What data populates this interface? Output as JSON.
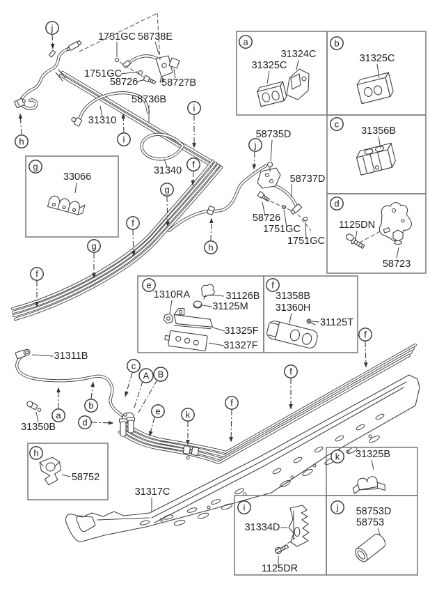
{
  "colors": {
    "background": "#ffffff",
    "line_art": "#3f3f3f",
    "box_border": "#7f7f7f",
    "text": "#1f1f1f"
  },
  "parts": {
    "1751GC": "1751GC",
    "58738E": "58738E",
    "58726": "58726",
    "58727B": "58727B",
    "58736B": "58736B",
    "31310": "31310",
    "31340": "31340",
    "33066": "33066",
    "31325C": "31325C",
    "31324C": "31324C",
    "31356B": "31356B",
    "1125DN": "1125DN",
    "58723": "58723",
    "58735D": "58735D",
    "58737D": "58737D",
    "1310RA": "1310RA",
    "31126B": "31126B",
    "31125M": "31125M",
    "31325F": "31325F",
    "31327F": "31327F",
    "31358B": "31358B",
    "31360H": "31360H",
    "31125T": "31125T",
    "31311B": "31311B",
    "31350B": "31350B",
    "58752": "58752",
    "31317C": "31317C",
    "31325B": "31325B",
    "31334D": "31334D",
    "1125DR": "1125DR",
    "58753D": "58753D",
    "58753": "58753"
  },
  "callouts": {
    "a": "a",
    "b": "b",
    "c": "c",
    "d": "d",
    "e": "e",
    "f": "f",
    "g": "g",
    "h": "h",
    "i": "i",
    "j": "j",
    "k": "k",
    "A": "A",
    "B": "B"
  },
  "detail_boxes": [
    {
      "letter": "a",
      "parts": [
        "31325C",
        "31324C"
      ]
    },
    {
      "letter": "b",
      "parts": [
        "31325C"
      ]
    },
    {
      "letter": "c",
      "parts": [
        "31356B"
      ]
    },
    {
      "letter": "d",
      "parts": [
        "1125DN",
        "58723"
      ]
    },
    {
      "letter": "e",
      "parts": [
        "1310RA",
        "31126B",
        "31125M",
        "31325F",
        "31327F"
      ]
    },
    {
      "letter": "f",
      "parts": [
        "31358B",
        "31360H",
        "31125T"
      ]
    },
    {
      "letter": "g",
      "parts": [
        "33066"
      ]
    },
    {
      "letter": "h",
      "parts": [
        "58752"
      ]
    },
    {
      "letter": "i",
      "parts": [
        "31334D",
        "1125DR"
      ]
    },
    {
      "letter": "j",
      "parts": [
        "58753D",
        "58753"
      ]
    },
    {
      "letter": "k",
      "parts": [
        "31325B"
      ]
    }
  ]
}
